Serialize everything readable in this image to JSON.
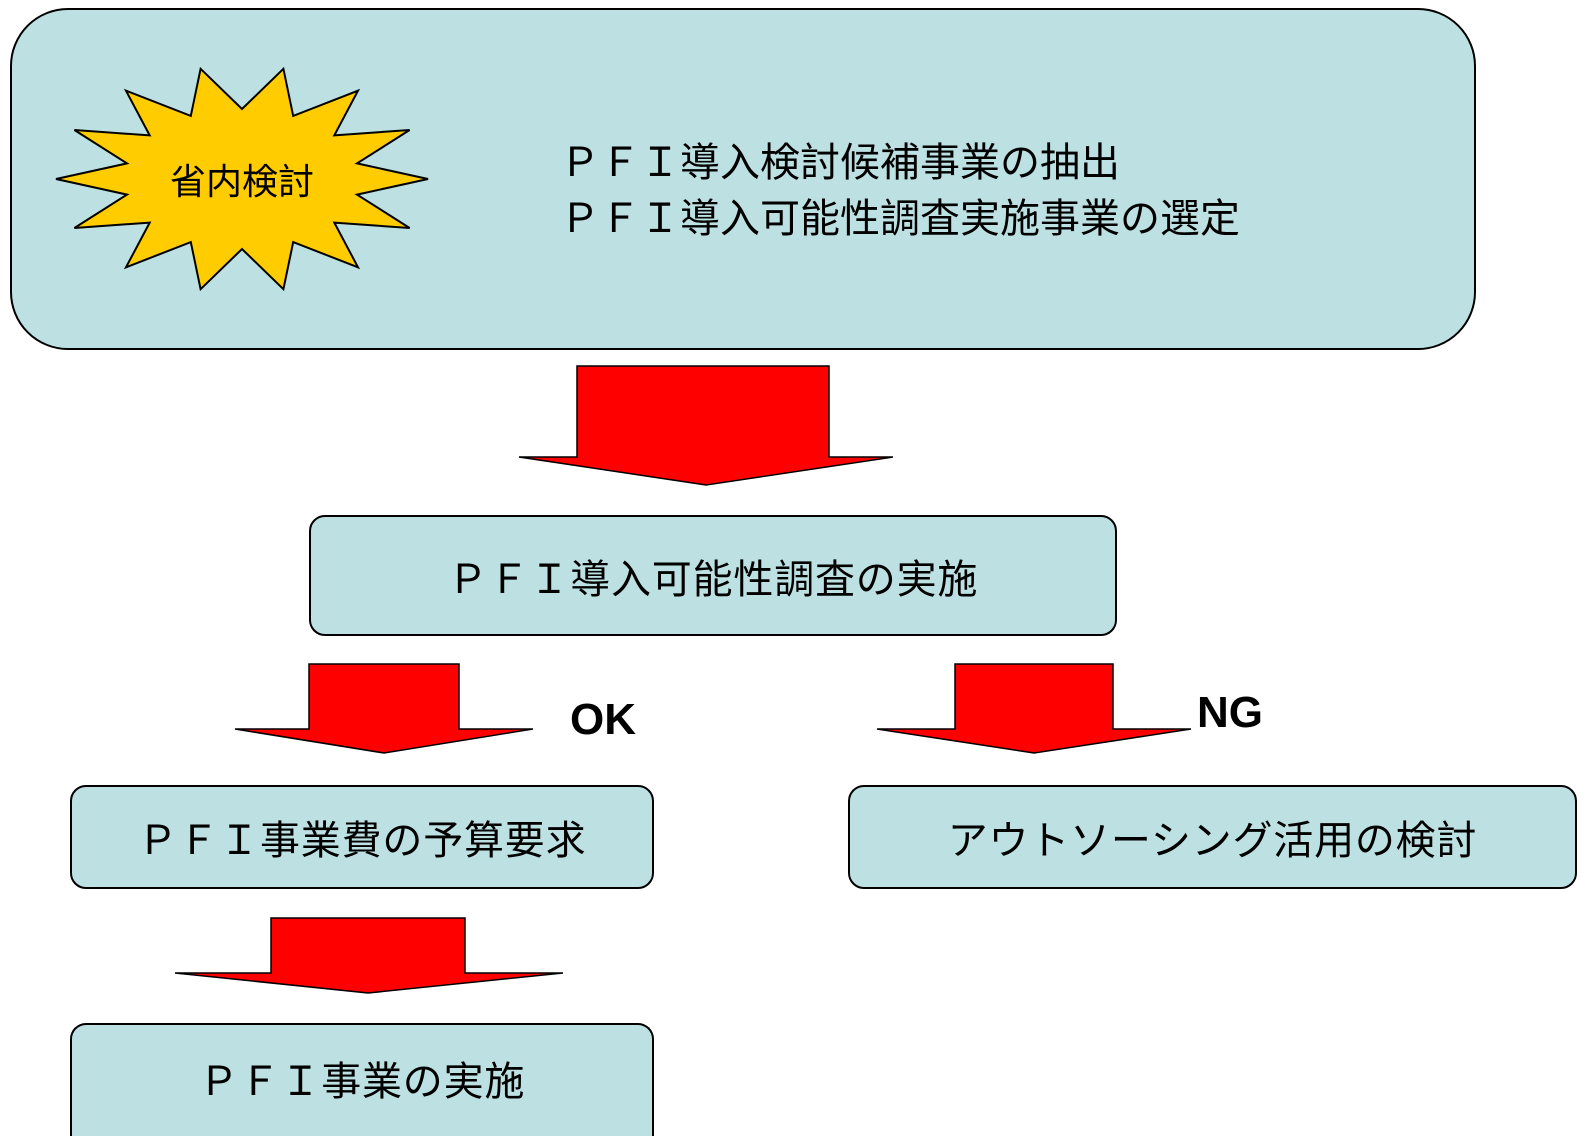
{
  "top_box": {
    "badge": "省内検討",
    "lines": [
      "ＰＦＩ導入検討候補事業の抽出",
      "ＰＦＩ導入可能性調査実施事業の選定"
    ]
  },
  "survey_box": {
    "label": "ＰＦＩ導入可能性調査の実施"
  },
  "branches": {
    "ok": {
      "label": "OK"
    },
    "ng": {
      "label": "NG"
    }
  },
  "budget_box": {
    "label": "ＰＦＩ事業費の予算要求"
  },
  "outsourcing_box": {
    "label": "アウトソーシング活用の検討"
  },
  "implementation_box": {
    "label": "ＰＦＩ事業の実施"
  },
  "colors": {
    "box_fill": "#bde0e2",
    "arrow_fill": "#ff0000",
    "badge_fill": "#ffcc00",
    "outline": "#000000"
  }
}
